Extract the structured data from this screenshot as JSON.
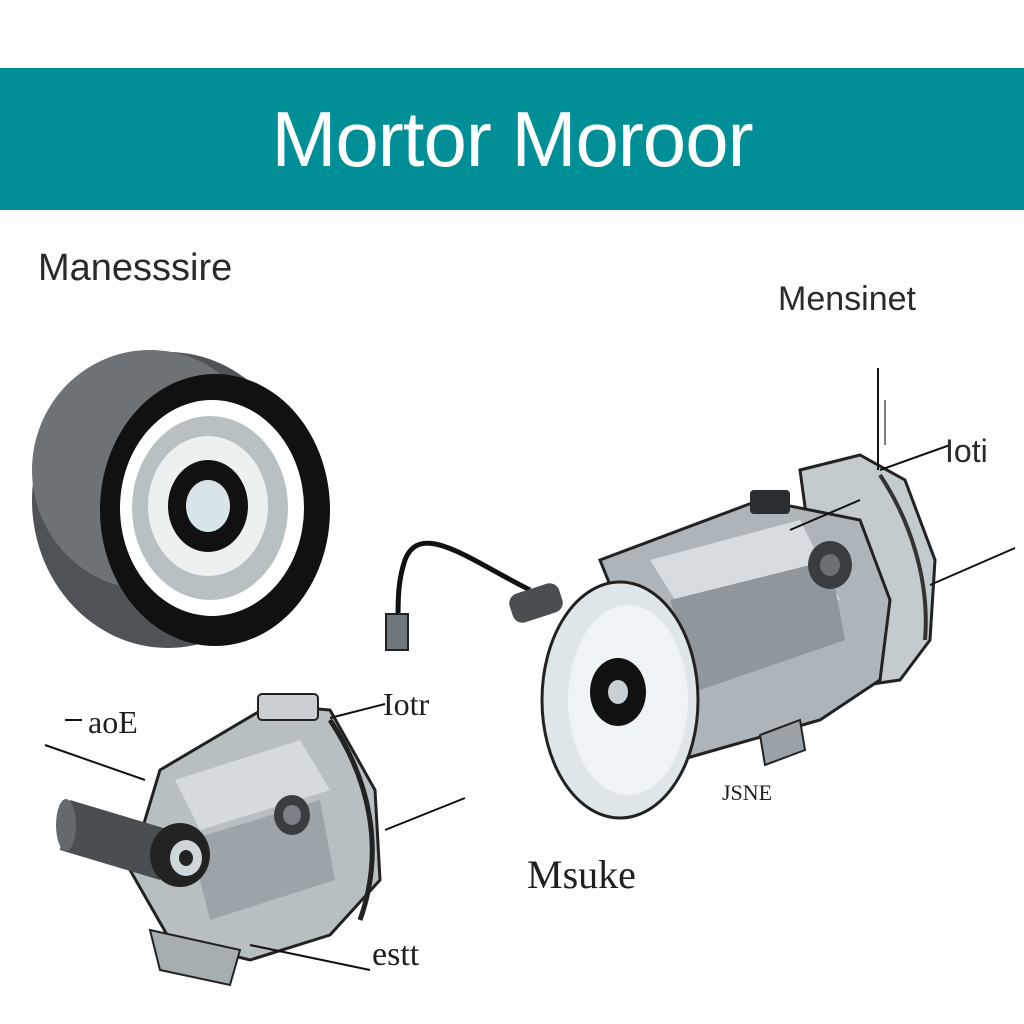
{
  "header": {
    "title": "Mortor Moroor"
  },
  "labels": {
    "top_left": "Manesssire",
    "top_right": "Mensinet",
    "right_callout": "Ioti",
    "left_callout": "aoE",
    "middle_callout": "Iotr",
    "base_tag": "JSNE",
    "bottom_center": "Msuke",
    "bottom_callout": "estt"
  },
  "colors": {
    "banner": "#008f96",
    "metal_dark": "#3c3f42",
    "metal_mid": "#8e959a",
    "metal_light": "#d3dadd",
    "ink": "#111111"
  }
}
